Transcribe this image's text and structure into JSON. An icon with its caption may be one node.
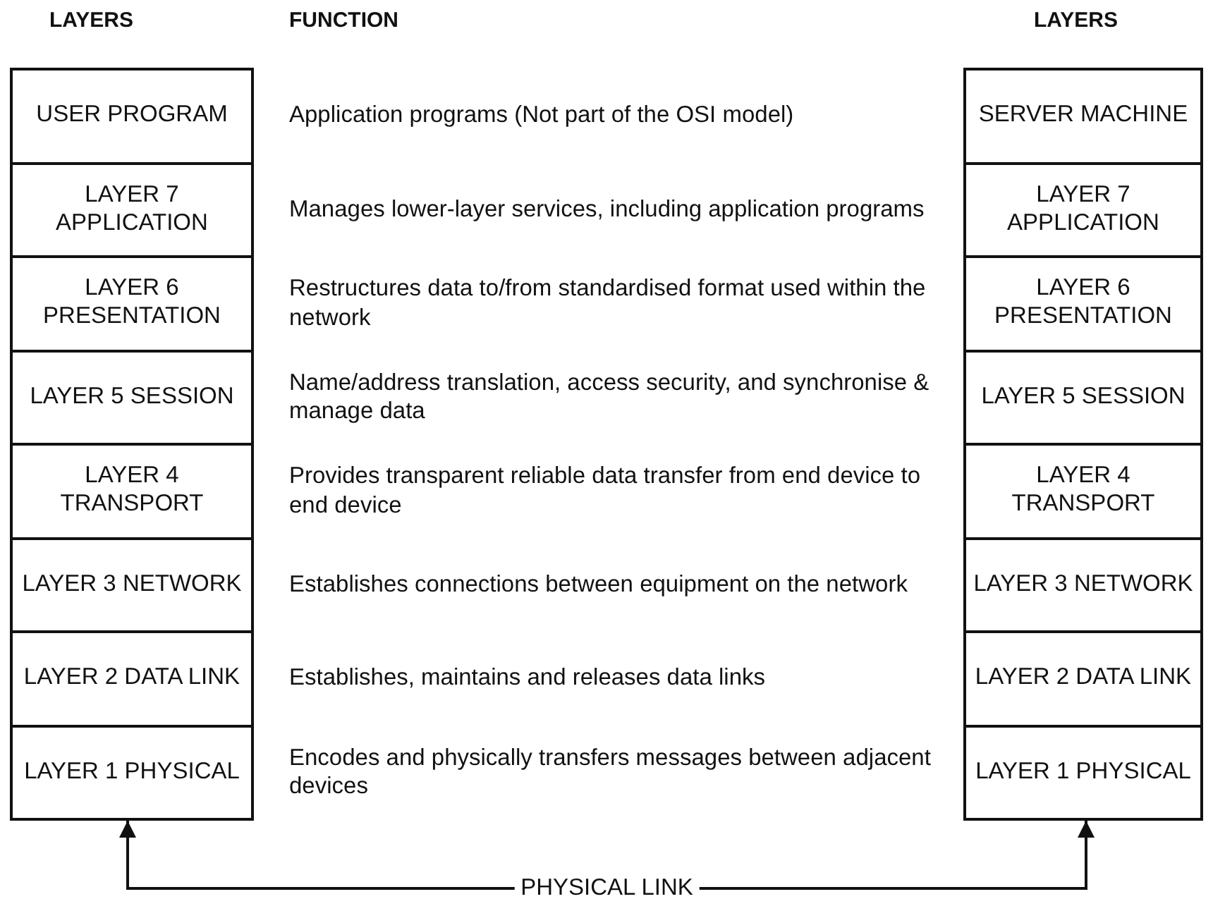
{
  "diagram": {
    "nodes": [
      {
        "text": [
          "USER PROGRAM"
        ]
      },
      {
        "text": [
          "LAYER 7 APPLICATION"
        ]
      },
      {
        "text": [
          "LAYER 6 PRESENTATION"
        ]
      },
      {
        "text": [
          "LAYER 5 SESSION"
        ]
      },
      {
        "text": [
          "LAYER 4 TRANSPORT"
        ]
      },
      {
        "text": [
          "LAYER 3 NETWORK"
        ]
      },
      {
        "text": [
          "LAYER 2 DATA LINK"
        ]
      },
      {
        "text": [
          "LAYER 1 PHYSICAL"
        ]
      },
      {
        "text": [
          "SERVER MACHINE"
        ]
      },
      {
        "text": [
          "LAYER 7 APPLICATION"
        ]
      },
      {
        "text": [
          "LAYER 6 PRESENTATION"
        ]
      },
      {
        "text": [
          "LAYER 5 SESSION"
        ]
      },
      {
        "text": [
          "LAYER 4 TRANSPORT"
        ]
      },
      {
        "text": [
          "LAYER 3 NETWORK"
        ]
      },
      {
        "text": [
          "LAYER 2 DATA LINK"
        ]
      },
      {
        "text": [
          "LAYER 1 PHYSICAL"
        ]
      }
    ],
    "edges": [
      {
        "from": 7,
        "to": 15,
        "arrow": "both",
        "label": "PHYSICAL LINK"
      }
    ],
    "labels": [
      "LAYERS",
      "FUNCTION",
      "LAYERS",
      "Application programs (Not part of the OSI model)",
      "Manages lower-layer services, including application programs",
      "Restructures data to/from standardised format used within the network",
      "Name/address translation, access security, and synchronise & manage data",
      "Provides transparent reliable data transfer from end device to end device",
      "Establishes connections between equipment on the network",
      "Establishes, maintains and releases data links",
      "Encodes and physically transfers messages between adjacent devices"
    ]
  }
}
